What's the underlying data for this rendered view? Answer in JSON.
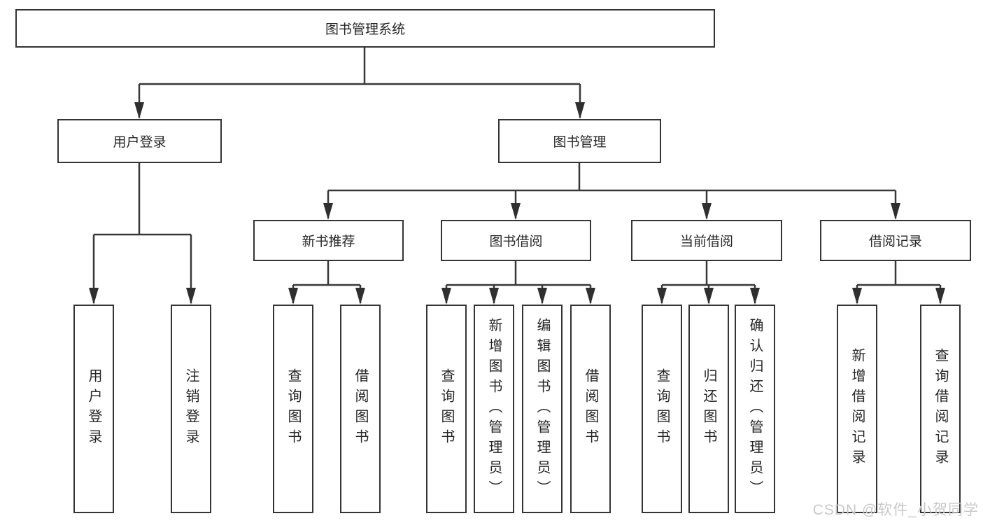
{
  "diagram": {
    "watermark": "CSDN @软件_小贺同学",
    "colors": {
      "line": "#383838",
      "box_border": "#343434",
      "text": "#262626",
      "watermark": "#c9c9c9",
      "background": "#ffffff"
    },
    "tree": {
      "root": {
        "label": "图书管理系统"
      },
      "children": [
        {
          "label": "用户登录",
          "children": [
            {
              "label": "用户登录"
            },
            {
              "label": "注销登录"
            }
          ]
        },
        {
          "label": "图书管理",
          "children": [
            {
              "label": "新书推荐",
              "children": [
                {
                  "label": "查询图书"
                },
                {
                  "label": "借阅图书"
                }
              ]
            },
            {
              "label": "图书借阅",
              "children": [
                {
                  "label": "查询图书"
                },
                {
                  "label": "新增图书（管理员）"
                },
                {
                  "label": "编辑图书（管理员）"
                },
                {
                  "label": "借阅图书"
                }
              ]
            },
            {
              "label": "当前借阅",
              "children": [
                {
                  "label": "查询图书"
                },
                {
                  "label": "归还图书"
                },
                {
                  "label": "确认归还（管理员）"
                }
              ]
            },
            {
              "label": "借阅记录",
              "children": [
                {
                  "label": "新增借阅记录"
                },
                {
                  "label": "查询借阅记录"
                }
              ]
            }
          ]
        }
      ]
    }
  }
}
